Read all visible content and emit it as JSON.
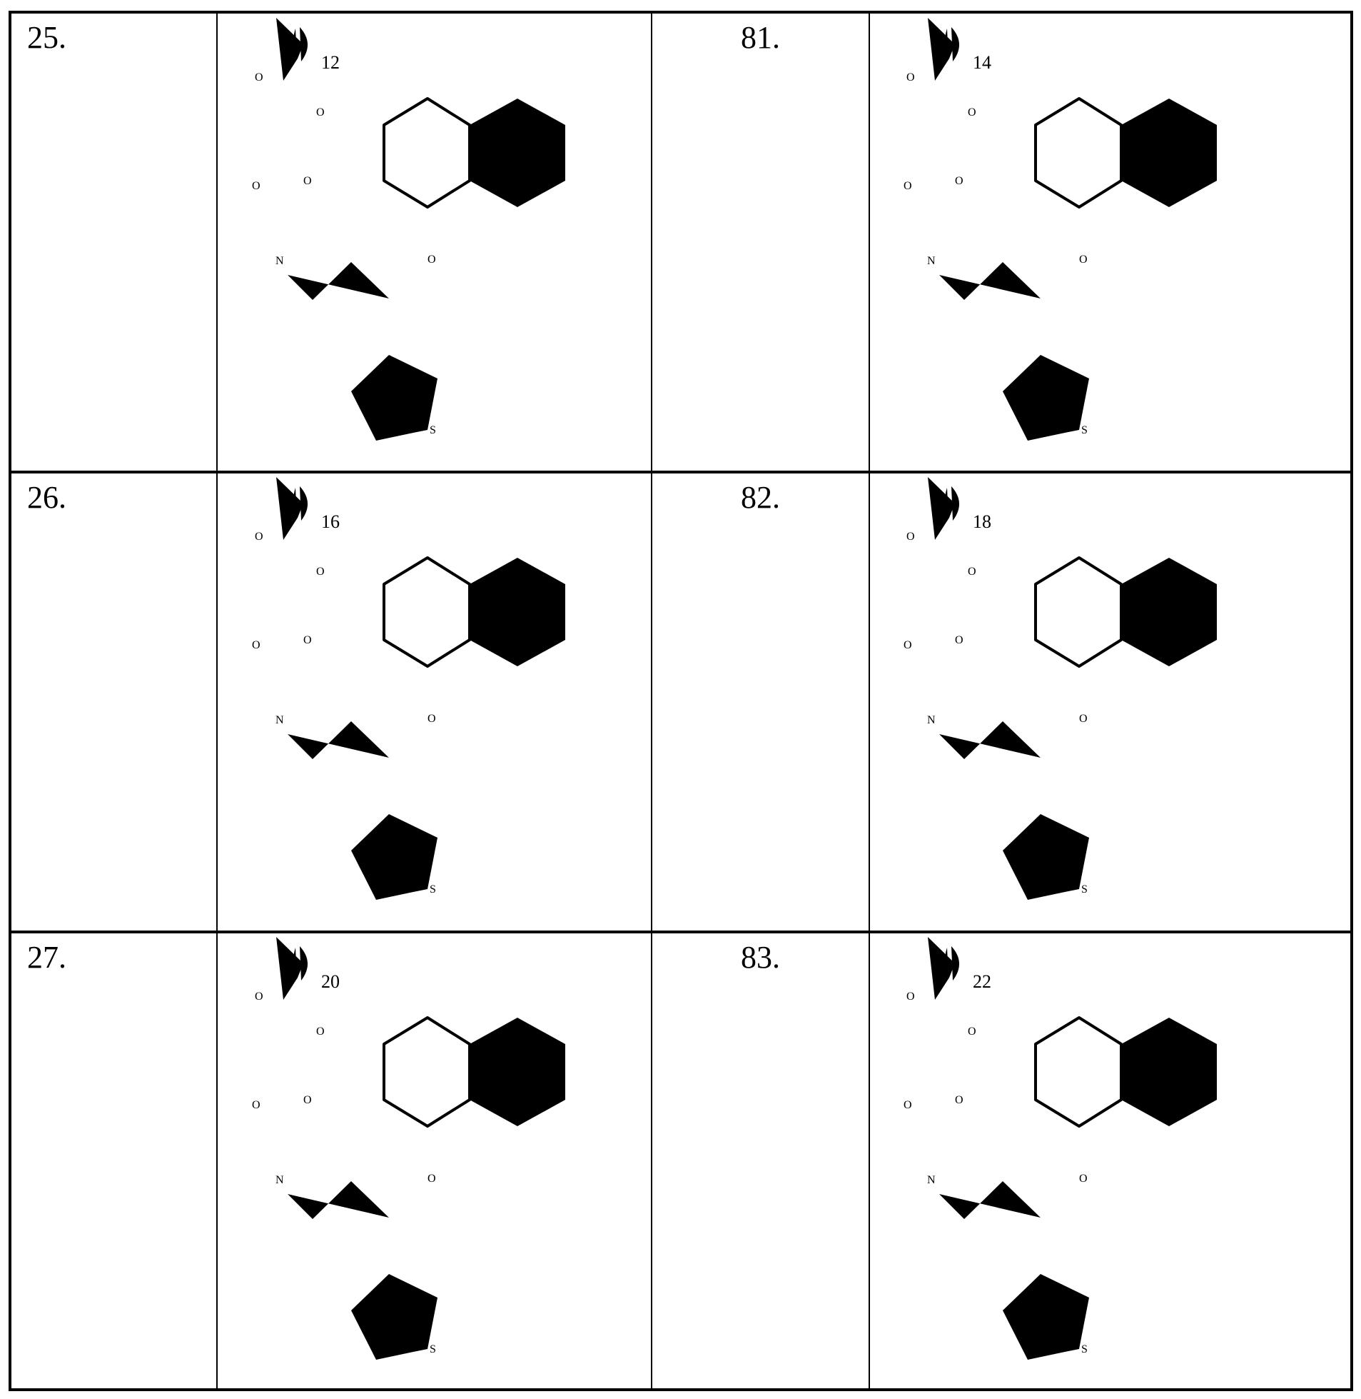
{
  "document": {
    "type": "compound table",
    "columns": [
      "compound_number",
      "structure",
      "compound_number",
      "structure"
    ]
  },
  "rows": [
    {
      "left": {
        "number": "25.",
        "subscript": "12"
      },
      "right": {
        "number": "81.",
        "subscript": "14"
      }
    },
    {
      "left": {
        "number": "26.",
        "subscript": "16"
      },
      "right": {
        "number": "82.",
        "subscript": "18"
      }
    },
    {
      "left": {
        "number": "27.",
        "subscript": "20"
      },
      "right": {
        "number": "83.",
        "subscript": "22"
      }
    }
  ],
  "atoms": {
    "oxygen": "O",
    "nitrogen": "N",
    "sulfur": "S"
  },
  "colors": {
    "ink": "#000000",
    "background": "#ffffff"
  }
}
